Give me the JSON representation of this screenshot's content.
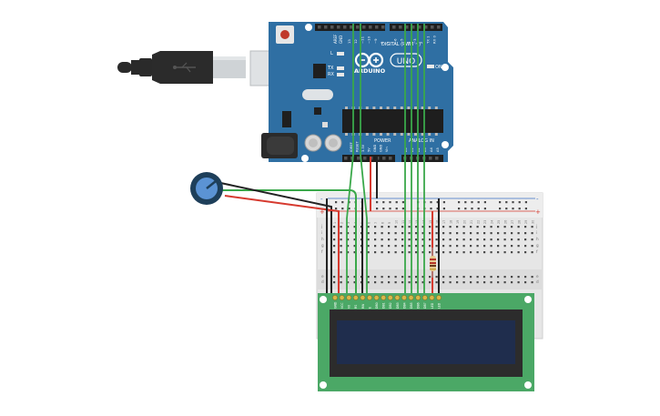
{
  "arduino": {
    "logo_text": "ARDUINO",
    "model": "UNO",
    "header_digital": "DIGITAL (PWM ~)",
    "header_power": "POWER",
    "header_analog": "ANALOG IN",
    "label_aref": "AREF",
    "label_gnd": "GND",
    "label_l": "L",
    "label_tx": "TX",
    "label_rx": "RX",
    "label_on": "ON",
    "digital_pins": [
      "13",
      "12",
      "~11",
      "~10",
      "~9",
      "8",
      "7",
      "~6",
      "~5",
      "4",
      "~3",
      "2",
      "TX 1",
      "RX 0"
    ],
    "power_pins": [
      "IOREF",
      "RESET",
      "3.3V",
      "5V",
      "GND",
      "GND",
      "Vin"
    ],
    "analog_pins": [
      "A0",
      "A1",
      "A2",
      "A3",
      "A4",
      "A5"
    ]
  },
  "breadboard": {
    "rail_plus": "+",
    "rail_minus": "-",
    "row_letters_top": [
      "a",
      "b",
      "c",
      "d",
      "e"
    ],
    "row_letters_bottom": [
      "f",
      "g",
      "h",
      "i",
      "j"
    ],
    "column_numbers": [
      "1",
      "2",
      "3",
      "4",
      "5",
      "6",
      "7",
      "8",
      "9",
      "10",
      "11",
      "12",
      "13",
      "14",
      "15",
      "16",
      "17",
      "18",
      "19",
      "20",
      "21",
      "22",
      "23",
      "24",
      "25",
      "26",
      "27",
      "28",
      "29",
      "30"
    ]
  },
  "lcd": {
    "pin_labels": [
      "GND",
      "VCC",
      "V0",
      "RS",
      "RW",
      "E",
      "DB0",
      "DB1",
      "DB2",
      "DB3",
      "DB4",
      "DB5",
      "DB6",
      "DB7",
      "LED",
      "LED"
    ]
  },
  "colors": {
    "board_blue": "#2f6fa3",
    "wire_green": "#3aa84a",
    "wire_red": "#d63a2f",
    "wire_black": "#222222",
    "lcd_green": "#4ba866",
    "lcd_screen": "#1f2d4d"
  }
}
